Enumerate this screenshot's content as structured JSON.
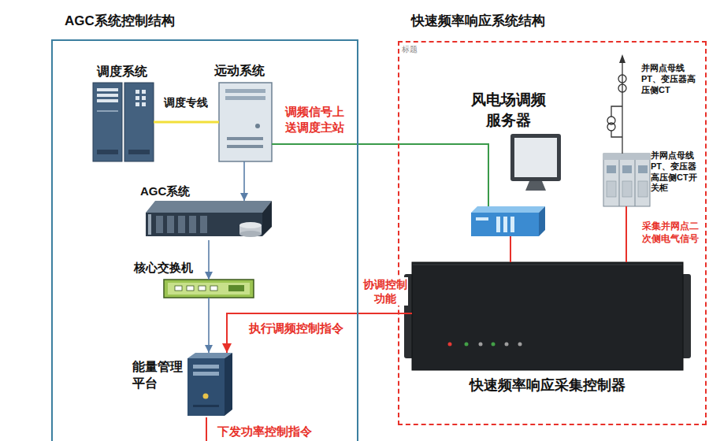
{
  "diagram": {
    "nodes": [
      {
        "text": [
          "AGC系统控制结构"
        ]
      },
      {
        "text": [
          "调度系统"
        ],
        "in": 0
      },
      {
        "text": [
          "远动系统"
        ],
        "in": 0
      },
      {
        "text": [
          "AGC系统"
        ],
        "in": 0
      },
      {
        "text": [
          "核心交换机"
        ],
        "in": 0
      },
      {
        "text": [
          "能量管理 平台"
        ],
        "in": 0
      },
      {
        "text": [
          "快速频率响应系统结构"
        ]
      },
      {
        "text": [
          "风电场调频 服务器"
        ],
        "in": 6
      },
      {
        "text": [
          "并网点母线 PT、变压器 高压侧CT开 关柜"
        ],
        "in": 6
      },
      {
        "text": [
          "快速频率响应采集控制器"
        ],
        "in": 6
      }
    ],
    "edges": [
      {
        "from": 1,
        "to": 2,
        "label": "调度专线",
        "arrow": "none"
      },
      {
        "from": 2,
        "to": 3,
        "arrow": "to"
      },
      {
        "from": 3,
        "to": 4,
        "arrow": "to"
      },
      {
        "from": 4,
        "to": 5,
        "arrow": "to"
      },
      {
        "from": 2,
        "to": 7,
        "label": "调频信号上 送调度主站",
        "arrow": "none"
      },
      {
        "from": 7,
        "to": 9,
        "arrow": "none"
      },
      {
        "from": 8,
        "to": 9,
        "label": "采集并网点二 次侧电气信号",
        "arrow": "none"
      },
      {
        "from": 9,
        "to": 5,
        "label": "执行调频控制指令",
        "arrow": "to"
      }
    ],
    "labels": [
      "标题",
      "并网点母线 PT、变压器高 压侧CT",
      "协调控制 功能",
      "下发功率控制指令"
    ]
  }
}
